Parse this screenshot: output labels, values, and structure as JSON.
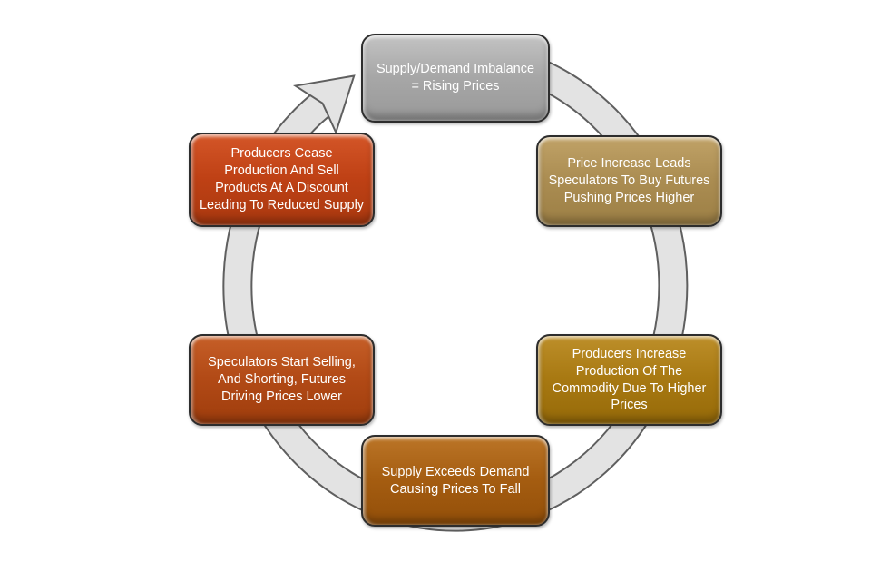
{
  "diagram": {
    "type": "cycle",
    "direction": "clockwise",
    "ring": {
      "fill": "#e3e3e3",
      "outline": "#5f5f5f"
    },
    "nodes": [
      {
        "id": "supply-demand-imbalance",
        "position": "top",
        "text": "Supply/Demand Imbalance\n= Rising Prices",
        "colors": {
          "top": "#c3c3c3",
          "base": "#a7a7a7",
          "bottom": "#999999"
        }
      },
      {
        "id": "price-increase-speculators-buy",
        "position": "top-right",
        "text": "Price Increase Leads\nSpeculators To Buy Futures\nPushing Prices Higher",
        "colors": {
          "top": "#c0a267",
          "base": "#ab8d52",
          "bottom": "#9c7f45"
        }
      },
      {
        "id": "producers-increase-production",
        "position": "bottom-right",
        "text": "Producers Increase\nProduction Of The\nCommodity Due To Higher\nPrices",
        "colors": {
          "top": "#bd8f2a",
          "base": "#a87912",
          "bottom": "#966a09"
        }
      },
      {
        "id": "supply-exceeds-demand",
        "position": "bottom",
        "text": "Supply Exceeds Demand\nCausing Prices To Fall",
        "colors": {
          "top": "#bb7527",
          "base": "#a55d11",
          "bottom": "#934f09"
        }
      },
      {
        "id": "speculators-sell-short",
        "position": "bottom-left",
        "text": "Speculators Start Selling,\nAnd Shorting, Futures\nDriving Prices Lower",
        "colors": {
          "top": "#c65f28",
          "base": "#b24a16",
          "bottom": "#9f3d0d"
        }
      },
      {
        "id": "producers-cease-production",
        "position": "top-left",
        "text": "Producers Cease\nProduction And Sell\nProducts At A Discount\nLeading To Reduced Supply",
        "colors": {
          "top": "#d45628",
          "base": "#bf4115",
          "bottom": "#a9380f"
        }
      }
    ]
  }
}
